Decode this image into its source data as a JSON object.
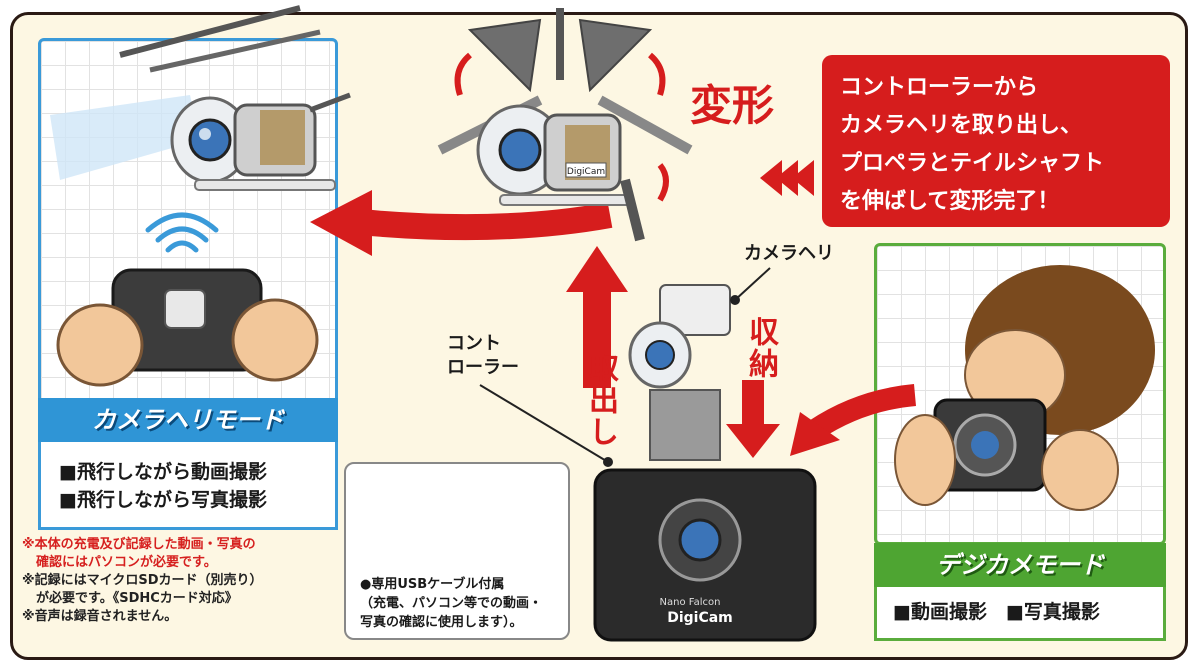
{
  "transform": {
    "title": "変形",
    "description_lines": [
      "コントローラーから",
      "カメラヘリを取り出し、",
      "プロペラとテイルシャフト",
      "を伸ばして変形完了！"
    ]
  },
  "labels": {
    "camera_heli": "カメラヘリ",
    "controller_line1": "コント",
    "controller_line2": "ローラー",
    "take_out": "取出し",
    "store": "収納",
    "device_brand_top": "Nano Falcon",
    "device_brand_bottom": "DigiCam",
    "heli_badge": "DigiCam"
  },
  "camera_heli_mode": {
    "title": "カメラヘリモード",
    "features": [
      "■飛行しながら動画撮影",
      "■飛行しながら写真撮影"
    ]
  },
  "digicam_mode": {
    "title": "デジカメモード",
    "features": "■動画撮影　■写真撮影"
  },
  "notes": {
    "line1": "※本体の充電及び記録した動画・写真の",
    "line2": "確認にはパソコンが必要です。",
    "line3": "※記録にはマイクロSDカード（別売り）",
    "line4": "が必要です。《SDHCカード対応》",
    "line5": "※音声は録音されません。"
  },
  "usb": {
    "title": "●専用USBケーブル付属",
    "line1": "（充電、パソコン等での動画・",
    "line2": "写真の確認に使用します）。"
  },
  "colors": {
    "red": "#d61d1d",
    "blue": "#2f95d6",
    "green": "#4ea532",
    "frame": "#2a1a14",
    "background": "#fdf7e3"
  }
}
